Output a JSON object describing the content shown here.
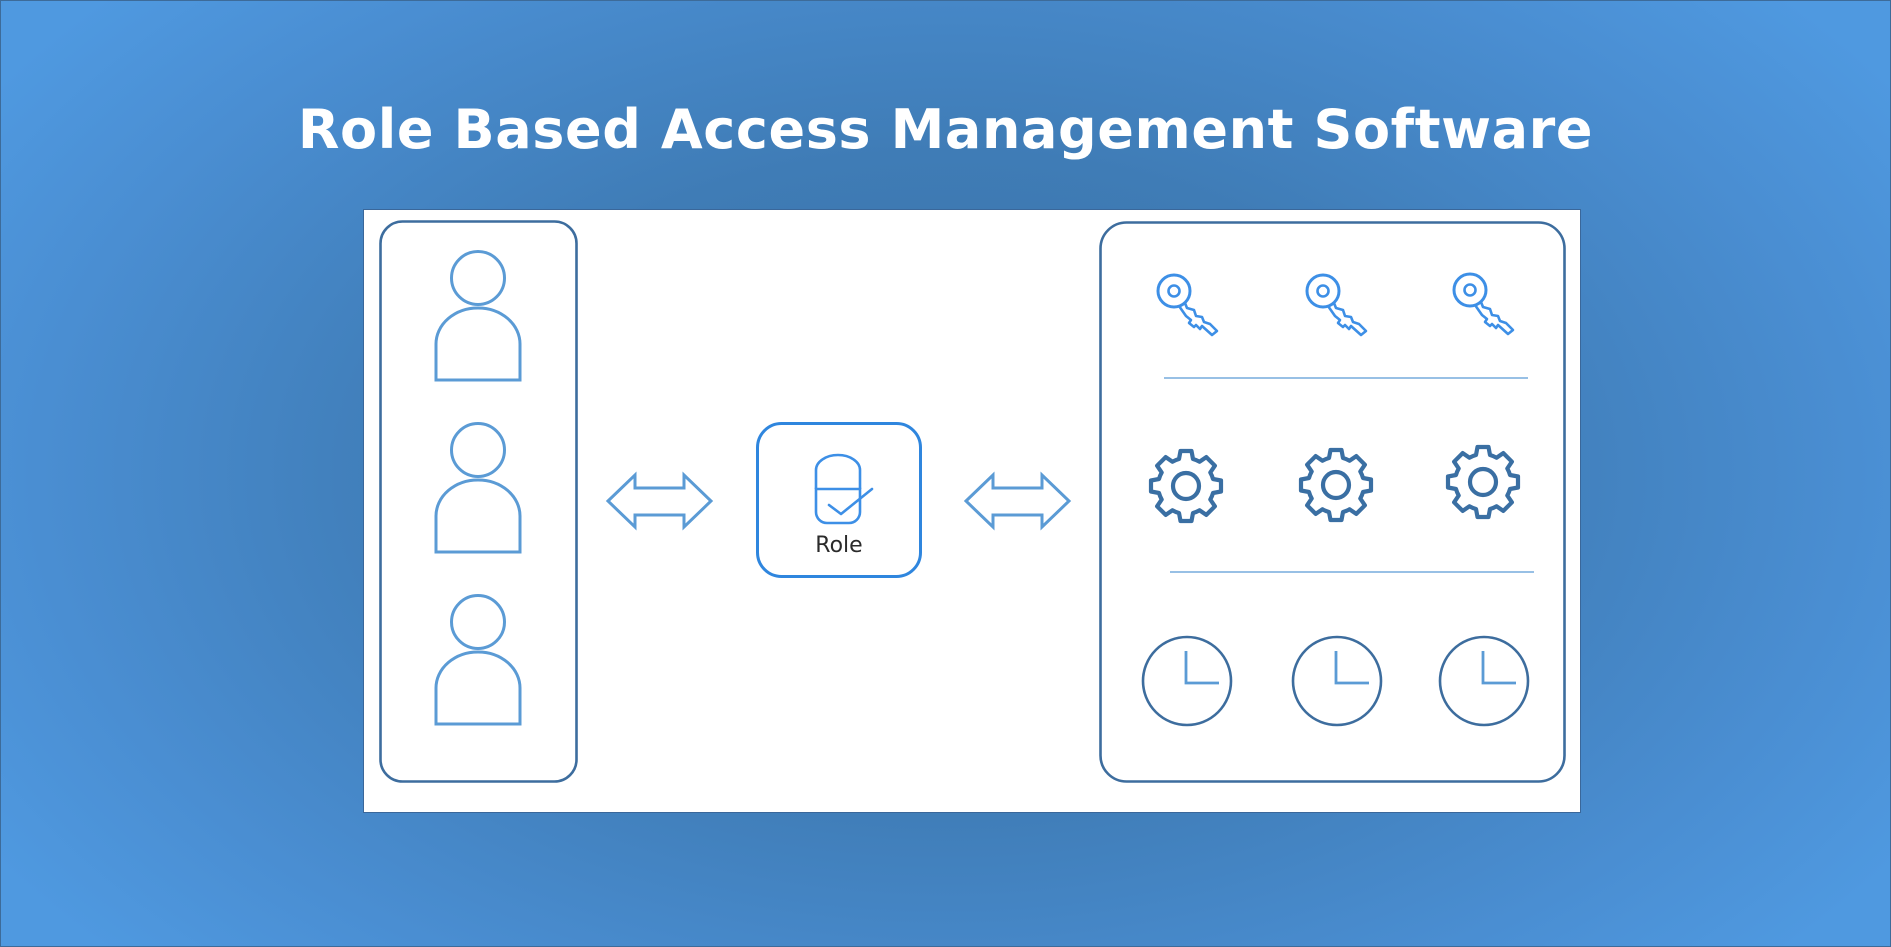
{
  "title": "Role Based Access Management Software",
  "colors": {
    "background_center": "#3a6fa2",
    "background_edge": "#4f99e0",
    "panel_background": "#ffffff",
    "box_border": "#3d6d9e",
    "user_icon": "#5b9bd5",
    "role_border": "#2f86de",
    "key_icon": "#3d8fe6",
    "gear_icon": "#3a6fa3",
    "clock_face": "#3d6d9e",
    "clock_hands": "#5b9bd5",
    "arrow": "#5b9bd5",
    "divider": "#5b9bd5"
  },
  "users_panel": {
    "users": [
      {
        "icon": "user-icon"
      },
      {
        "icon": "user-icon"
      },
      {
        "icon": "user-icon"
      }
    ]
  },
  "connectors": [
    {
      "icon": "double-arrow-icon",
      "between": "users-role"
    },
    {
      "icon": "double-arrow-icon",
      "between": "role-permissions"
    }
  ],
  "role": {
    "label": "Role",
    "icon": "lock-check-icon"
  },
  "permissions_panel": {
    "rows": [
      {
        "name": "keys",
        "icon": "key-icon",
        "count": 3
      },
      {
        "name": "settings",
        "icon": "gear-icon",
        "count": 3
      },
      {
        "name": "schedules",
        "icon": "clock-icon",
        "count": 3
      }
    ]
  }
}
